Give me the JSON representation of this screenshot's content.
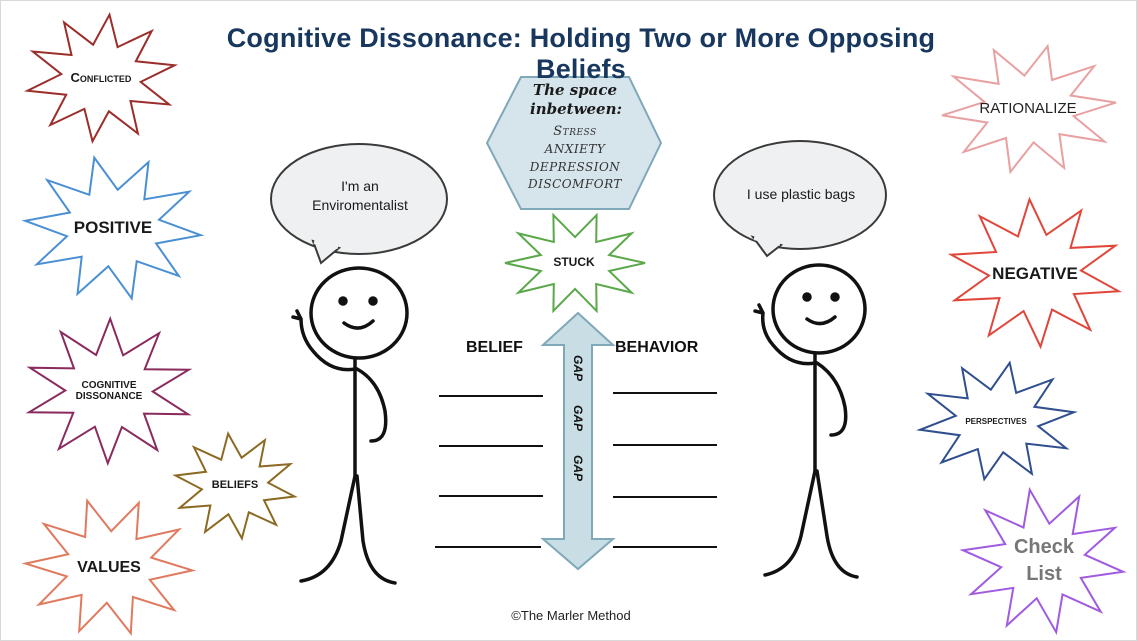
{
  "title": "Cognitive Dissonance:  Holding Two or More Opposing Beliefs",
  "bursts": {
    "conflicted": "Conflicted",
    "positive": "POSITIVE",
    "cognitive_dissonance": "Cognitive dissonance",
    "beliefs": "BELIEFS",
    "values": "VALUES",
    "rationalize": "RATIONALIZE",
    "negative": "NEGATIVE",
    "perspectives": "perspectives",
    "check_list": "Check List",
    "stuck": "STUCK"
  },
  "colors": {
    "conflicted": "#9b2d2a",
    "positive": "#4a8fd4",
    "cognitive_dissonance": "#8a2b5e",
    "beliefs": "#8c6a23",
    "values": "#e07a5f",
    "rationalize": "#e8a0a0",
    "negative": "#e0463a",
    "perspectives": "#2f4f8f",
    "check_list": "#a05be0",
    "stuck": "#5aa84a",
    "hexagon_fill": "#d6e4ec",
    "hexagon_stroke": "#7fa8b8",
    "arrow_fill": "#c9dde5",
    "title": "#17375e"
  },
  "speech": {
    "left": "I'm an Enviromentalist",
    "right": "I use plastic bags"
  },
  "hexagon": {
    "heading": "The space inbetween:",
    "items": [
      "Stress",
      "ANXIETY",
      "DEPRESSION",
      "DISCOMFORT"
    ]
  },
  "columns": {
    "belief": "BELIEF",
    "behavior": "BEHAVIOR"
  },
  "gap_labels": [
    "GAP",
    "GAP",
    "GAP"
  ],
  "footer": "©The Marler Method"
}
